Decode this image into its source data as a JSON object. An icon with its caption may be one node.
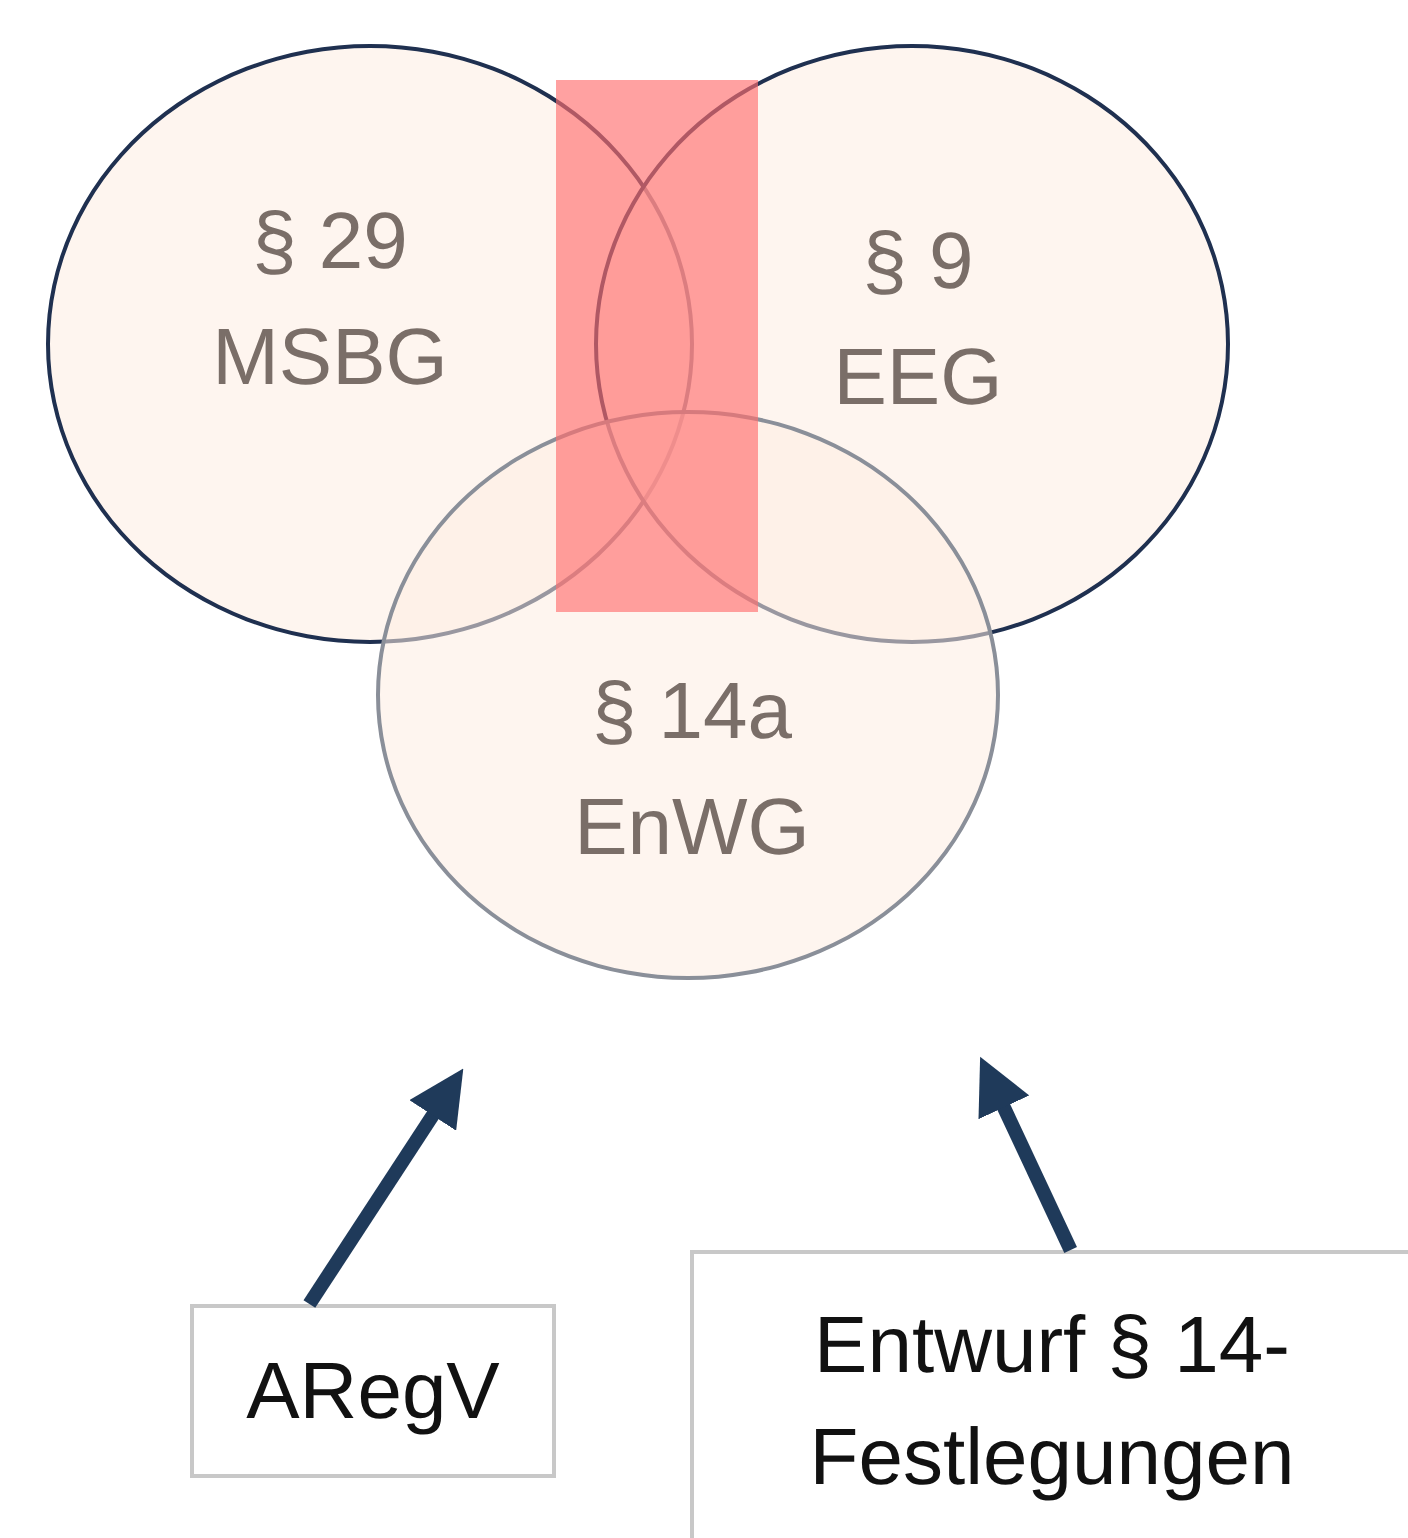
{
  "diagram": {
    "nodes": [
      {
        "text": [
          "§ 29 MSBG"
        ]
      },
      {
        "text": [
          "§ 9 EEG"
        ]
      },
      {
        "text": [
          "§ 14a EnWG"
        ]
      },
      {
        "text": [
          "ARegV"
        ]
      },
      {
        "text": [
          "Entwurf § 14-Festlegungen"
        ]
      }
    ],
    "edges": [
      {
        "from": 3,
        "to": null,
        "arrow": "to"
      },
      {
        "from": 4,
        "to": null,
        "arrow": "to"
      }
    ]
  }
}
